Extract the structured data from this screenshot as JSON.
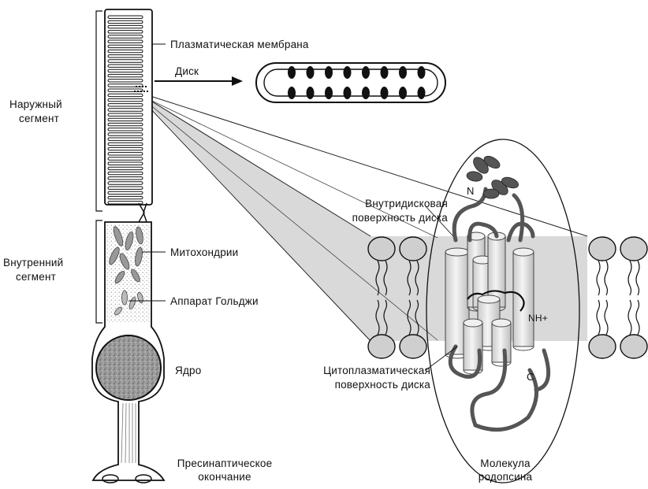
{
  "labels": {
    "plasma_membrane": "Плазматическая мембрана",
    "disc": "Диск",
    "outer_segment_1": "Наружный",
    "outer_segment_2": "сегмент",
    "inner_segment_1": "Внутренний",
    "inner_segment_2": "сегмент",
    "mitochondria": "Митохондрии",
    "golgi": "Аппарат Гольджи",
    "nucleus": "Ядро",
    "presynaptic_1": "Пресинаптическое",
    "presynaptic_2": "окончание",
    "intradisc_1": "Внутридисковая",
    "intradisc_2": "поверхность диска",
    "cytoplasmic_1": "Цитоплазматическая",
    "cytoplasmic_2": "поверхность диска",
    "rhodopsin_1": "Молекула",
    "rhodopsin_2": "родопсина",
    "n_terminus": "N",
    "c_terminus": "C",
    "nh_plus": "NH+"
  },
  "colors": {
    "ink": "#111111",
    "beam": "#d9d9d9",
    "lipid_head": "#cfcfcf",
    "helix": "#e6e6e6",
    "nucleus": "#8c8c8c",
    "sugar": "#555555"
  }
}
